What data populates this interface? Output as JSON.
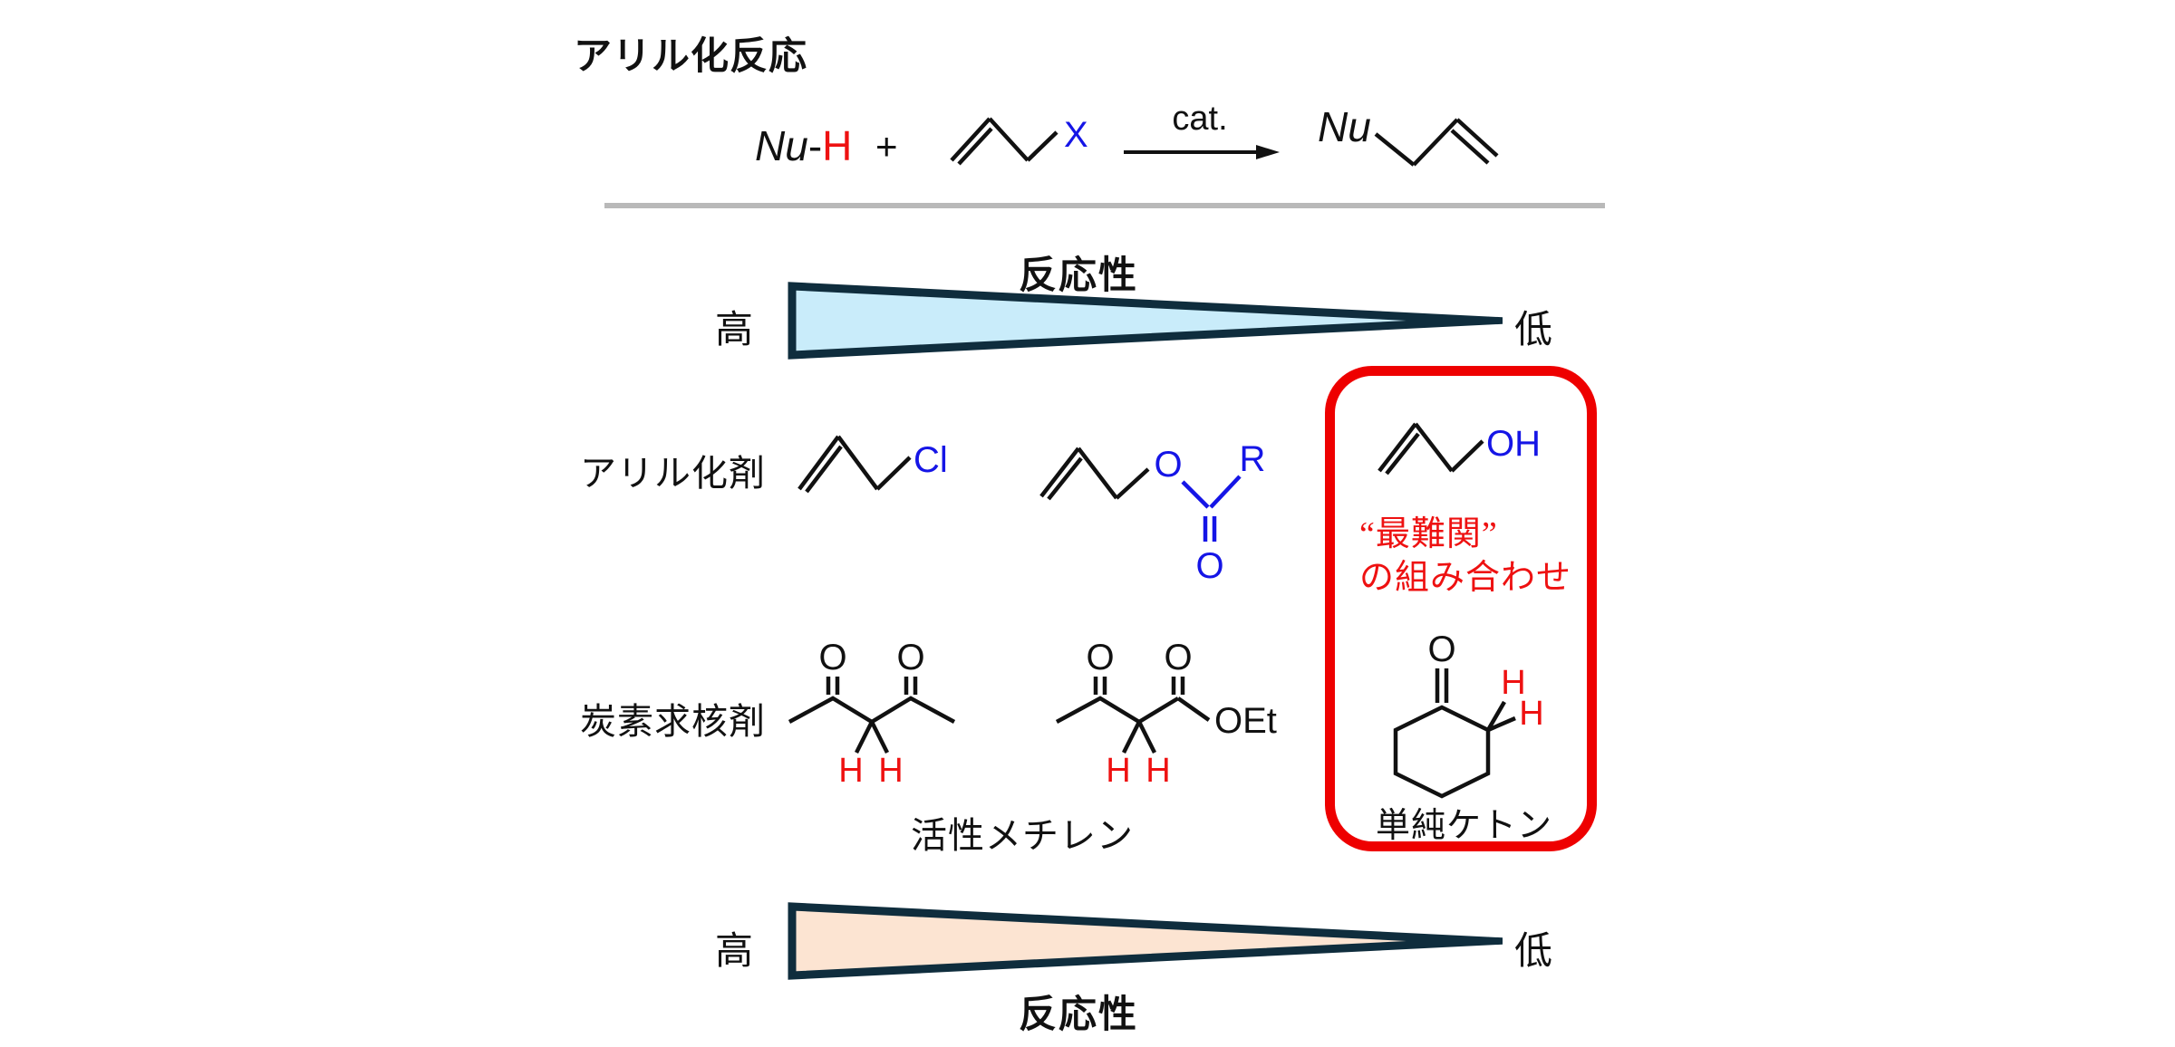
{
  "title": "アリル化反応",
  "scheme": {
    "nu": "Nu",
    "hyphen": "-",
    "h": "H",
    "plus": "+",
    "x_label": "X",
    "catalyst": "cat.",
    "product_nu": "Nu"
  },
  "reactivity_top": {
    "label": "反応性",
    "high": "高",
    "low": "低"
  },
  "reactivity_bottom": {
    "label": "反応性",
    "high": "高",
    "low": "低"
  },
  "row_labels": {
    "allylating_agents": "アリル化剤",
    "carbon_nucleophiles": "炭素求核剤"
  },
  "captions": {
    "active_methylene": "活性メチレン",
    "simple_ketone": "単純ケトン"
  },
  "highlight": {
    "line1": "“最難関”",
    "line2": "の組み合わせ"
  },
  "atoms": {
    "chloride": "Cl",
    "ester": {
      "o_ester": "O",
      "o_carbonyl": "O",
      "r": "R"
    },
    "alcohol": "OH",
    "acetylacetone": {
      "o1": "O",
      "o2": "O",
      "h1": "H",
      "h2": "H"
    },
    "acetoacetate": {
      "o1": "O",
      "o2": "O",
      "oet": "OEt",
      "h1": "H",
      "h2": "H"
    },
    "cyclohexanone": {
      "o": "O",
      "h1": "H",
      "h2": "H"
    }
  },
  "colors": {
    "accent_blue": "#1515e6",
    "accent_red": "#ee1111",
    "highlight_border_red": "#ee0000",
    "triangle_blue_fill": "#c9ecfa",
    "triangle_peach_fill": "#fce4d2",
    "triangle_border_navy": "#0f2d3d",
    "divider_gray": "#b9b9b9"
  }
}
